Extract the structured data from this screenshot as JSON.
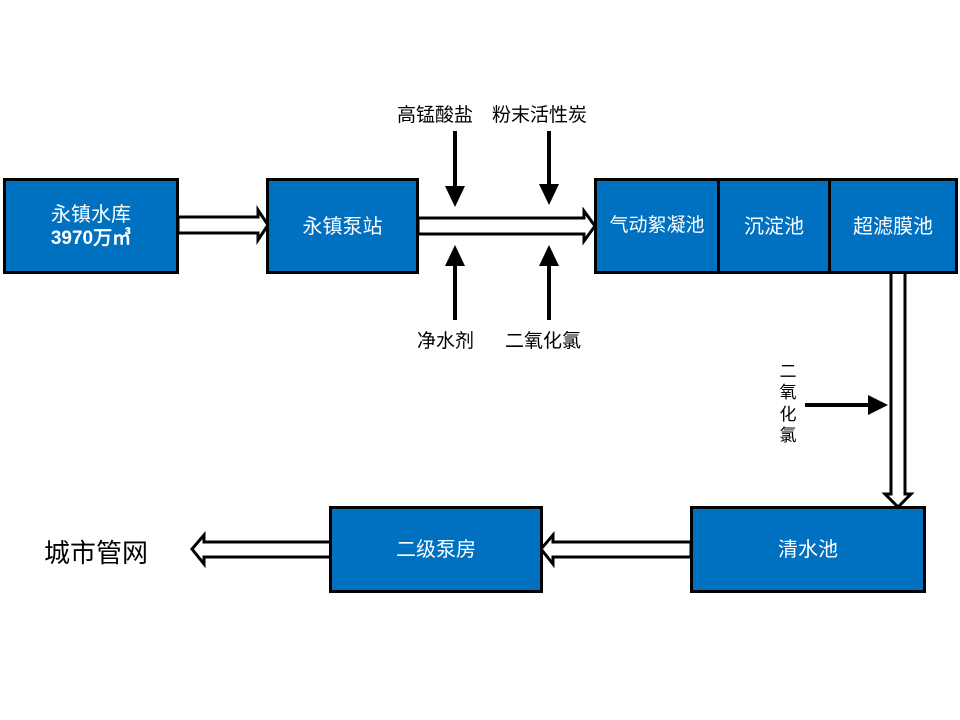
{
  "colors": {
    "box_fill": "#0070c0",
    "box_border": "#000000",
    "box_text": "#ffffff",
    "arrow": "#000000"
  },
  "nodes": {
    "reservoir": {
      "line1": "永镇水库",
      "line2": "3970万㎥"
    },
    "pump_station": {
      "label": "永镇泵站"
    },
    "flocculation": {
      "label": "气动絮凝池"
    },
    "sedimentation": {
      "label": "沉淀池"
    },
    "ultrafiltration": {
      "label": "超滤膜池"
    },
    "clear_water": {
      "label": "清水池"
    },
    "secondary_pump": {
      "label": "二级泵房"
    },
    "city_network": {
      "label": "城市管网"
    }
  },
  "dosing": {
    "top": [
      {
        "label": "高锰酸盐"
      },
      {
        "label": "粉末活性炭"
      }
    ],
    "bottom": [
      {
        "label": "净水剂"
      },
      {
        "label": "二氧化氯"
      }
    ],
    "side": {
      "chars": [
        "二",
        "氧",
        "化",
        "氯"
      ]
    }
  }
}
